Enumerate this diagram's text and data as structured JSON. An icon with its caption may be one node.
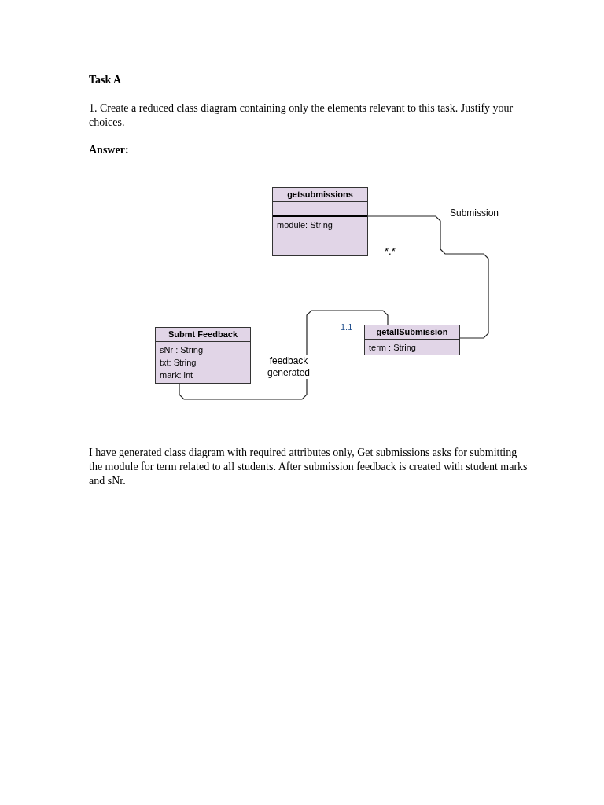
{
  "diagram": {
    "title": "Task A",
    "nodes": [
      {
        "text": [
          "getsubmissions",
          "module: String"
        ]
      },
      {
        "text": [
          "getallSubmission",
          "term : String"
        ]
      },
      {
        "text": [
          "Submt Feedback",
          "sNr : String",
          "txt: String",
          "mark: int"
        ]
      }
    ],
    "edges": [
      {
        "from": 0,
        "to": 1,
        "arrow": "none",
        "label": "Submission"
      },
      {
        "from": 2,
        "to": 1,
        "arrow": "none",
        "label": "feedback generated"
      }
    ],
    "labels": [
      "1. Create a reduced class diagram containing only the elements relevant to this task. Justify your choices.",
      "Answer:",
      "*.*",
      "1.1",
      "I have generated class diagram with required attributes only, Get submissions asks for submitting the module for term related to all students. After submission feedback is created with student marks and sNr."
    ]
  }
}
